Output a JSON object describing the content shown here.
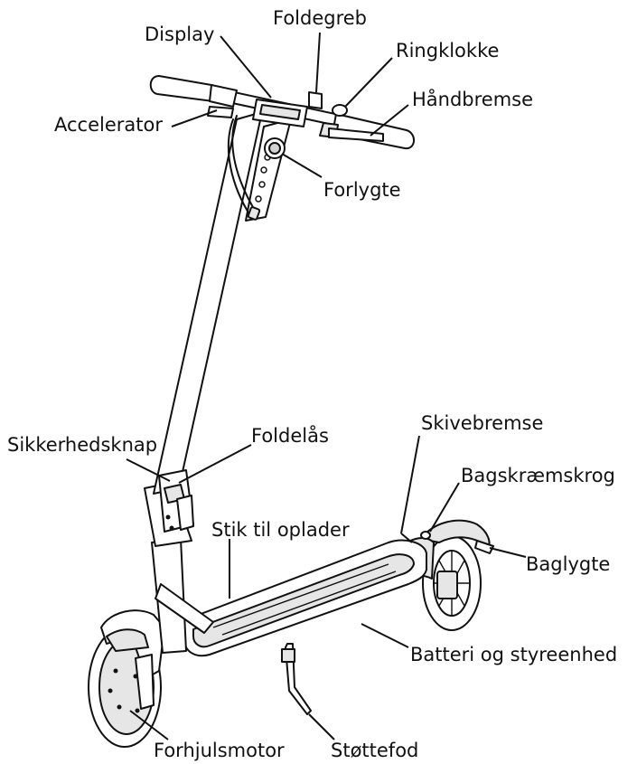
{
  "labels": {
    "display": "Display",
    "foldegreb": "Foldegreb",
    "ringklokke": "Ringklokke",
    "haandbremse": "Håndbremse",
    "accelerator": "Accelerator",
    "forlygte": "Forlygte",
    "skivebremse": "Skivebremse",
    "sikkerhedsknap": "Sikkerhedsknap",
    "foldelaas": "Foldelås",
    "bagskraemskrog": "Bagskræmskrog",
    "stik_til_oplader": "Stik til oplader",
    "baglygte": "Baglygte",
    "batteri": "Batteri og styreenhed",
    "forhjulsmotor": "Forhjulsmotor",
    "stoettefod": "Støttefod"
  }
}
